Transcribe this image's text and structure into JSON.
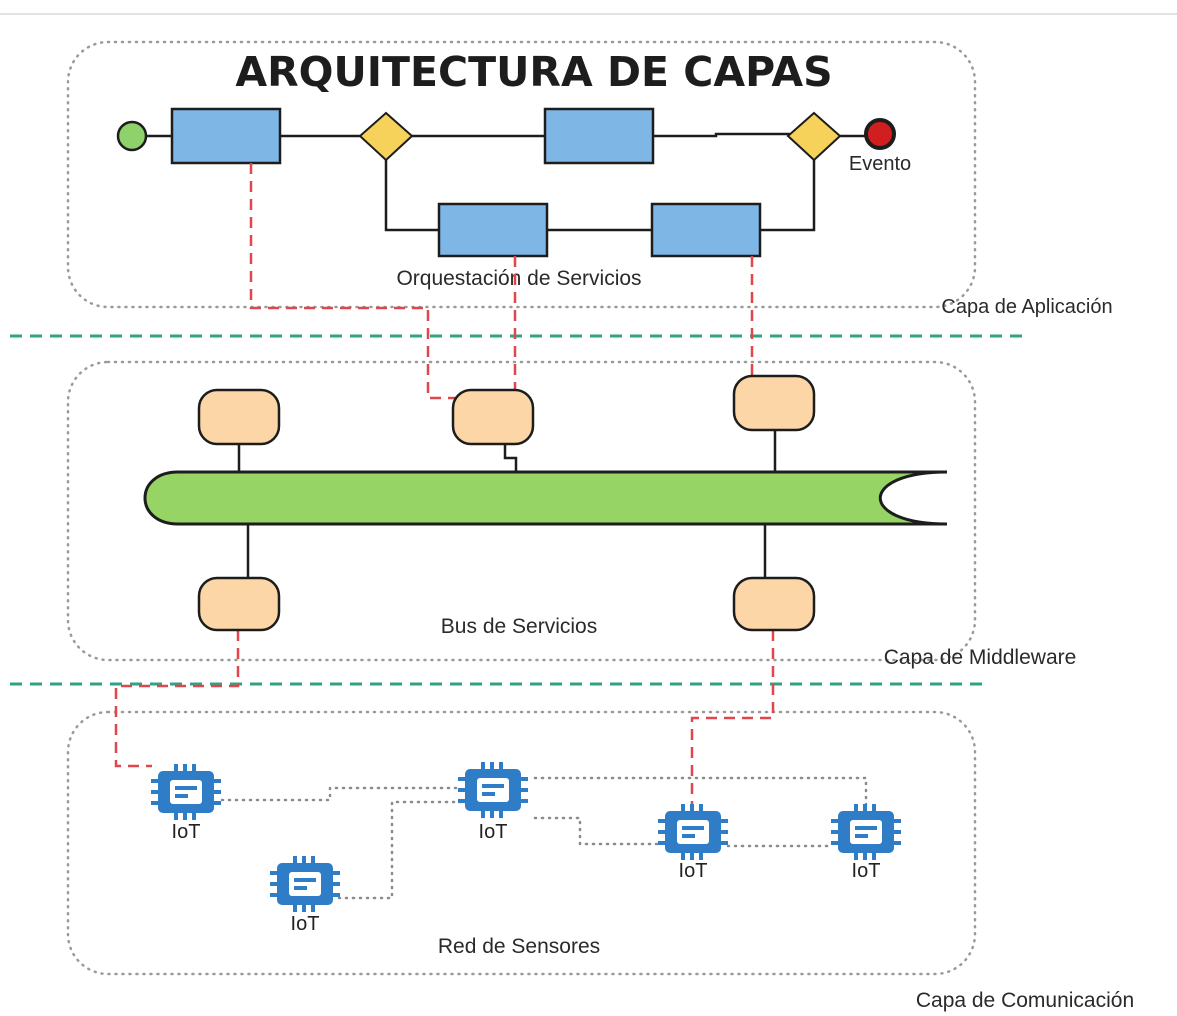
{
  "title": "ARQUITECTURA DE CAPAS",
  "layers": {
    "application": "Capa de Aplicación",
    "middleware": "Capa de Middleware",
    "communication": "Capa de Comunicación"
  },
  "zones": {
    "orchestration": "Orquestación de Servicios",
    "bus": "Bus de Servicios",
    "sensor_network": "Red de Sensores"
  },
  "end_event_label": "Evento",
  "iot_label": "IoT",
  "colors": {
    "task": "#7eb6e6",
    "gateway": "#f7d25a",
    "start_event": "#8fd16a",
    "end_event": "#d11f1f",
    "bus": "#97d466",
    "port": "#fcd6a7",
    "chip": "#2f7cc7",
    "separator": "#2fa384",
    "red_link": "#e0474c"
  },
  "icons": [
    "start-event-icon",
    "end-event-icon",
    "gateway-icon",
    "iot-chip-icon"
  ]
}
